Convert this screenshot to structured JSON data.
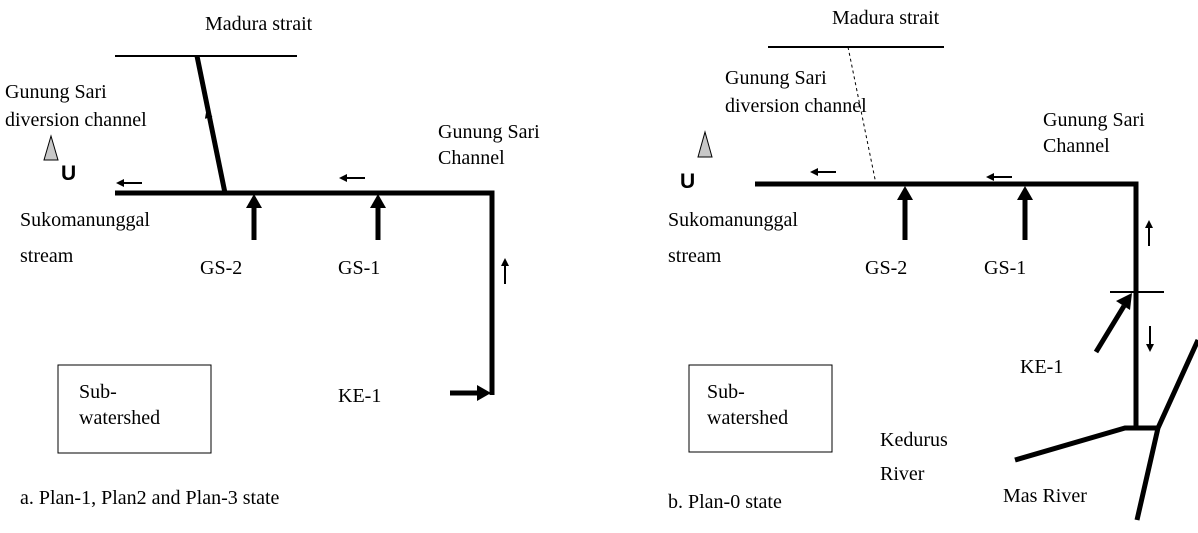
{
  "colors": {
    "line": "#000000",
    "north_fill": "#c8c8c8",
    "background": "#ffffff"
  },
  "icons": {
    "north": "triangle-north-arrow",
    "flow": "flow-arrow"
  },
  "panel_a": {
    "sea": "Madura strait",
    "diversion_line1": "Gunung Sari",
    "diversion_line2": "diversion channel",
    "channel_line1": "Gunung Sari",
    "channel_line2": "Channel",
    "north": "U",
    "stream_line1": "Sukomanunggal",
    "stream_line2": "stream",
    "gs2": "GS-2",
    "gs1": "GS-1",
    "ke1": "KE-1",
    "legend_line1": "Sub-",
    "legend_line2": "watershed",
    "caption": "a. Plan-1, Plan2 and Plan-3 state"
  },
  "panel_b": {
    "sea": "Madura strait",
    "diversion_line1": "Gunung Sari",
    "diversion_line2": "diversion channel",
    "channel_line1": "Gunung Sari",
    "channel_line2": "Channel",
    "north": "U",
    "stream_line1": "Sukomanunggal",
    "stream_line2": "stream",
    "gs2": "GS-2",
    "gs1": "GS-1",
    "ke1": "KE-1",
    "legend_line1": "Sub-",
    "legend_line2": "watershed",
    "kedurus_line1": "Kedurus",
    "kedurus_line2": "River",
    "mas": "Mas River",
    "caption": "b. Plan-0 state"
  }
}
